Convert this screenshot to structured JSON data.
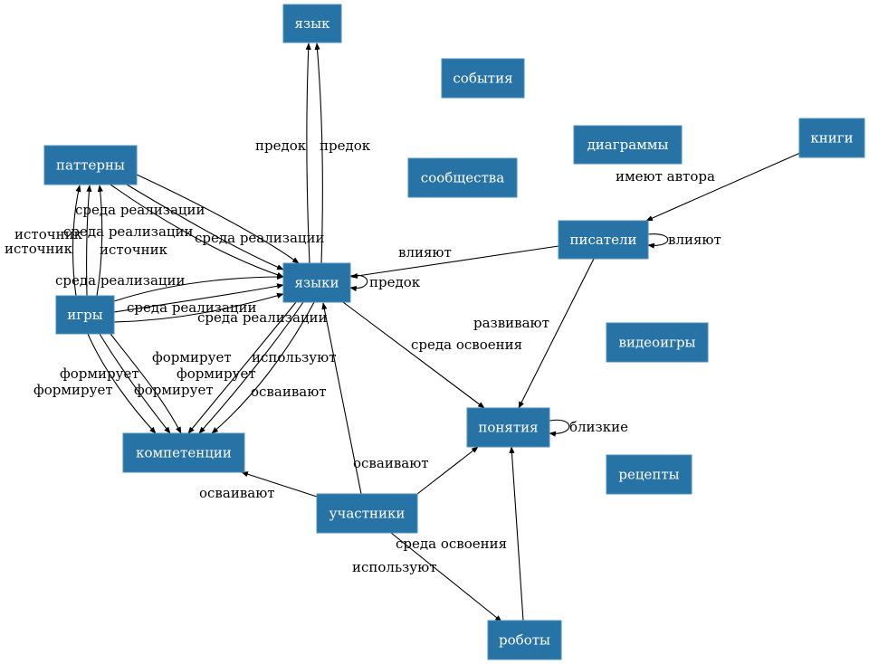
{
  "diagram": {
    "type": "directed-graph",
    "nodes": [
      {
        "id": "yazyk",
        "label": "язык"
      },
      {
        "id": "sobytiya",
        "label": "события"
      },
      {
        "id": "diagrammy",
        "label": "диаграммы"
      },
      {
        "id": "knigi",
        "label": "книги"
      },
      {
        "id": "soobshchestva",
        "label": "сообщества"
      },
      {
        "id": "patterny",
        "label": "паттерны"
      },
      {
        "id": "pisateli",
        "label": "писатели"
      },
      {
        "id": "yazyki",
        "label": "языки"
      },
      {
        "id": "igry",
        "label": "игры"
      },
      {
        "id": "videoigry",
        "label": "видеоигры"
      },
      {
        "id": "ponyatiya",
        "label": "понятия"
      },
      {
        "id": "kompetentsii",
        "label": "компетенции"
      },
      {
        "id": "retsepty",
        "label": "рецепты"
      },
      {
        "id": "uchastniki",
        "label": "участники"
      },
      {
        "id": "roboty",
        "label": "роботы"
      }
    ],
    "edges": [
      {
        "from": "yazyki",
        "to": "yazyk",
        "label": "предок"
      },
      {
        "from": "yazyki",
        "to": "yazyk",
        "label": "предок"
      },
      {
        "from": "yazyki",
        "to": "yazyki",
        "label": "предок"
      },
      {
        "from": "knigi",
        "to": "pisateli",
        "label": "имеют автора"
      },
      {
        "from": "pisateli",
        "to": "pisateli",
        "label": "влияют"
      },
      {
        "from": "pisateli",
        "to": "yazyki",
        "label": "влияют"
      },
      {
        "from": "pisateli",
        "to": "ponyatiya",
        "label": "развивают"
      },
      {
        "from": "yazyki",
        "to": "ponyatiya",
        "label": "среда освоения"
      },
      {
        "from": "ponyatiya",
        "to": "ponyatiya",
        "label": "близкие"
      },
      {
        "from": "patterny",
        "to": "yazyki",
        "label": "среда реализации"
      },
      {
        "from": "patterny",
        "to": "yazyki",
        "label": "среда реализации"
      },
      {
        "from": "patterny",
        "to": "yazyki",
        "label": "среда реализации"
      },
      {
        "from": "igry",
        "to": "patterny",
        "label": "источник"
      },
      {
        "from": "igry",
        "to": "patterny",
        "label": "источник"
      },
      {
        "from": "igry",
        "to": "patterny",
        "label": "источник"
      },
      {
        "from": "igry",
        "to": "yazyki",
        "label": "среда реализации"
      },
      {
        "from": "igry",
        "to": "yazyki",
        "label": "среда реализации"
      },
      {
        "from": "igry",
        "to": "yazyki",
        "label": "среда реализации"
      },
      {
        "from": "igry",
        "to": "kompetentsii",
        "label": "формирует"
      },
      {
        "from": "igry",
        "to": "kompetentsii",
        "label": "формирует"
      },
      {
        "from": "igry",
        "to": "kompetentsii",
        "label": "формирует"
      },
      {
        "from": "yazyki",
        "to": "kompetentsii",
        "label": "формирует"
      },
      {
        "from": "yazyki",
        "to": "kompetentsii",
        "label": "формирует"
      },
      {
        "from": "yazyki",
        "to": "kompetentsii",
        "label": "используют"
      },
      {
        "from": "uchastniki",
        "to": "yazyki",
        "label": "осваивают"
      },
      {
        "from": "uchastniki",
        "to": "kompetentsii",
        "label": "осваивают"
      },
      {
        "from": "uchastniki",
        "to": "ponyatiya",
        "label": "осваивают"
      },
      {
        "from": "uchastniki",
        "to": "roboty",
        "label": "используют"
      },
      {
        "from": "roboty",
        "to": "ponyatiya",
        "label": "среда освоения"
      }
    ]
  }
}
